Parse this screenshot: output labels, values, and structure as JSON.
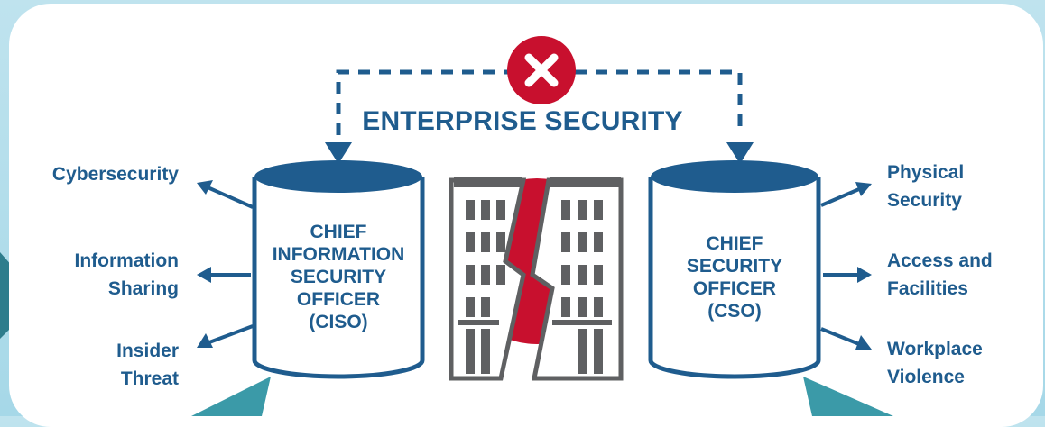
{
  "diagram": {
    "title": "ENTERPRISE SECURITY",
    "ciso": {
      "text": "CHIEF\nINFORMATION\nSECURITY\nOFFICER\n(CISO)"
    },
    "cso": {
      "text": "CHIEF\nSECURITY\nOFFICER\n(CSO)"
    },
    "left_items": [
      {
        "label": "Cybersecurity"
      },
      {
        "label": "Information\nSharing"
      },
      {
        "label": "Insider\nThreat"
      }
    ],
    "right_items": [
      {
        "label": "Physical\nSecurity"
      },
      {
        "label": "Access and\nFacilities"
      },
      {
        "label": "Workplace\nViolence"
      }
    ],
    "icons": [
      "cross-icon",
      "building-icon"
    ],
    "colors": {
      "primary_blue": "#1f5c8e",
      "alert_red": "#c8102e",
      "building_gray": "#5f6062",
      "background": "#a6d8e8",
      "teal_accent": "#2f8fa0"
    }
  }
}
